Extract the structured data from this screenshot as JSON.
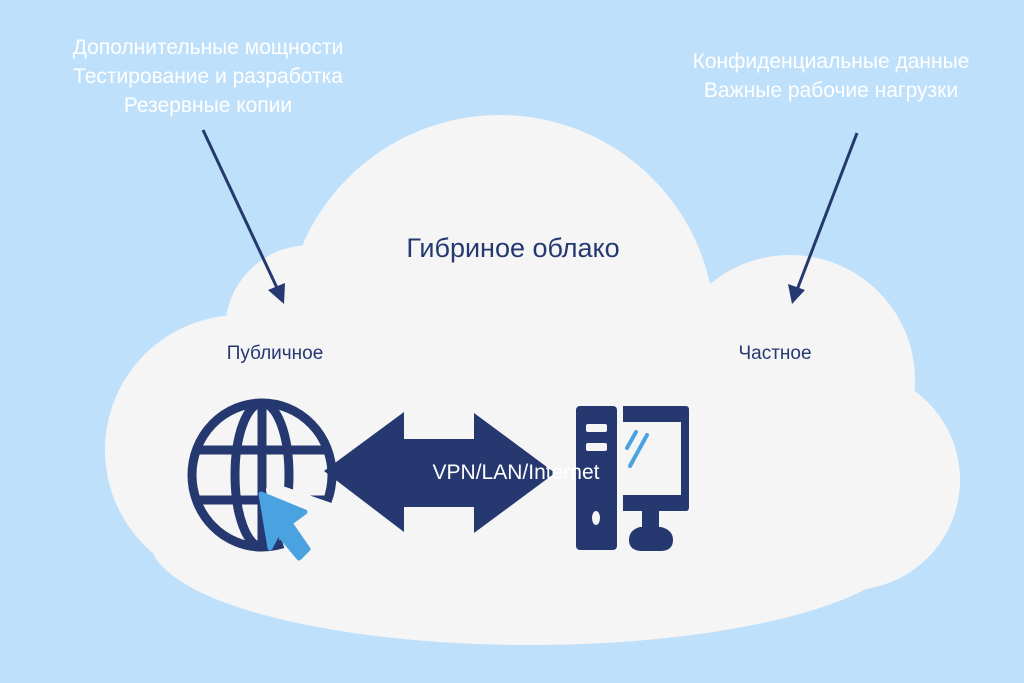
{
  "left_notes": [
    "Дополнительные мощности",
    "Тестирование и разработка",
    "Резервные копии"
  ],
  "right_notes": [
    "Конфиденциальные данные",
    "Важные рабочие нагрузки"
  ],
  "title": "Гибриное облако",
  "public_label": "Публичное",
  "private_label": "Частное",
  "connection_label": "VPN/LAN/Internet",
  "colors": {
    "background": "#bfe0fb",
    "cloud": "#f5f5f5",
    "navy": "#253870",
    "accent": "#4aa3e0"
  }
}
